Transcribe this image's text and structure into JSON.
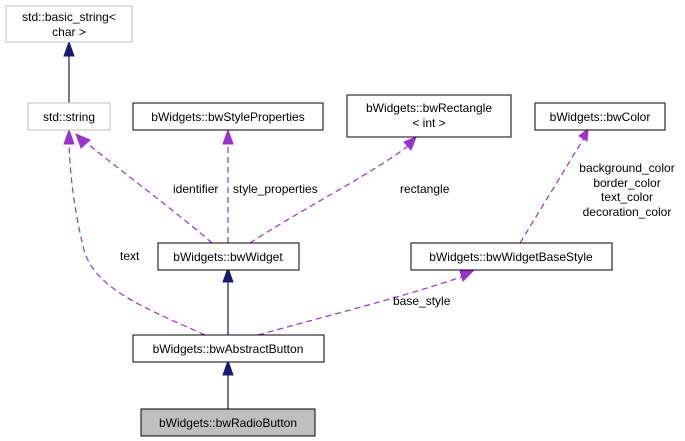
{
  "colors": {
    "inheritance_edge": "#191970",
    "usage_edge": "#9a32cd",
    "node_border": "#000000",
    "external_node_border": "#bfbfbf",
    "focus_node_fill": "#bfbfbf"
  },
  "nodes": {
    "basic_string": {
      "lines": [
        "std::basic_string<",
        "char >"
      ],
      "style": "external"
    },
    "string": {
      "lines": [
        "std::string"
      ],
      "style": "external"
    },
    "style_properties": {
      "lines": [
        "bWidgets::bwStyleProperties"
      ],
      "style": "normal"
    },
    "rectangle": {
      "lines": [
        "bWidgets::bwRectangle",
        "< int >"
      ],
      "style": "normal"
    },
    "color": {
      "lines": [
        "bWidgets::bwColor"
      ],
      "style": "normal"
    },
    "widget": {
      "lines": [
        "bWidgets::bwWidget"
      ],
      "style": "normal"
    },
    "widget_base_style": {
      "lines": [
        "bWidgets::bwWidgetBaseStyle"
      ],
      "style": "normal"
    },
    "abstract_button": {
      "lines": [
        "bWidgets::bwAbstractButton"
      ],
      "style": "normal"
    },
    "radio_button": {
      "lines": [
        "bWidgets::bwRadioButton"
      ],
      "style": "focus"
    }
  },
  "edge_labels": {
    "identifier": "identifier",
    "style_properties": "style_properties",
    "rectangle": "rectangle",
    "text": "text",
    "base_style": "base_style",
    "color_members": [
      "background_color",
      "border_color",
      "text_color",
      "decoration_color"
    ]
  }
}
